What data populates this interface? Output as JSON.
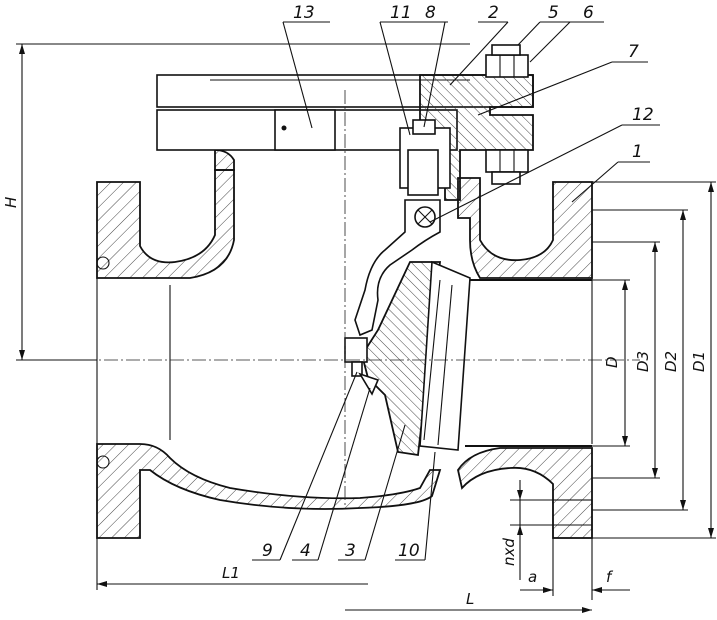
{
  "part_labels": [
    "13",
    "11",
    "8",
    "2",
    "5",
    "6",
    "7",
    "12",
    "1",
    "9",
    "4",
    "3",
    "10"
  ],
  "dimensions": {
    "H": "H",
    "D": "D",
    "D3": "D3",
    "D2": "D2",
    "D1": "D1",
    "nxd": "nxd",
    "a": "a",
    "f": "f",
    "L1": "L1",
    "L": "L"
  }
}
